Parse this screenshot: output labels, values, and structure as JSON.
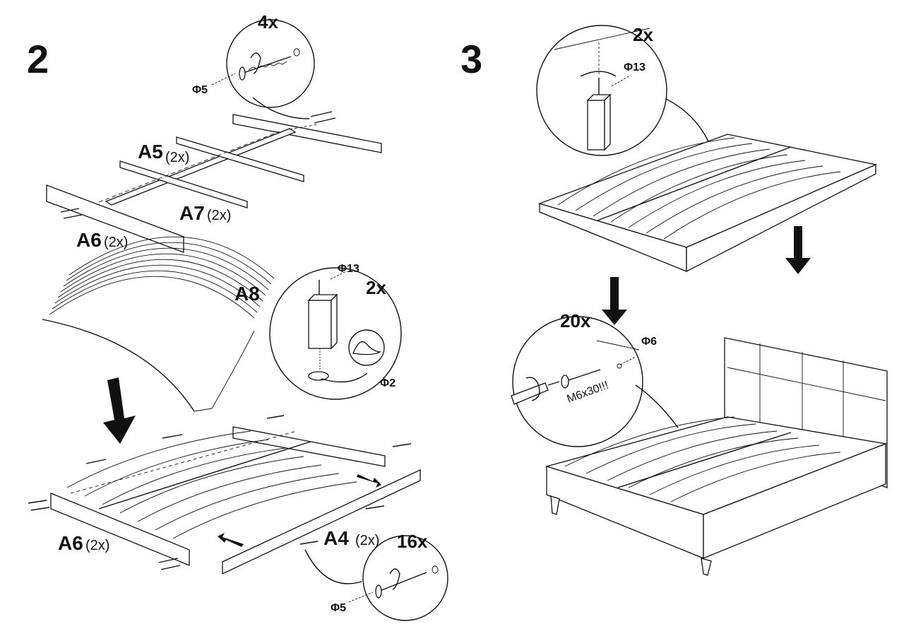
{
  "steps": {
    "step2": "2",
    "step3": "3"
  },
  "step2": {
    "top_detail": {
      "qty": "4x",
      "diameter": "Φ5"
    },
    "parts": {
      "a5": {
        "code": "A5",
        "count": "(2x)"
      },
      "a7": {
        "code": "A7",
        "count": "(2x)"
      },
      "a6_top": {
        "code": "A6",
        "count": "(2x)"
      },
      "a8": {
        "code": "A8"
      },
      "a6_bottom": {
        "code": "A6",
        "count": "(2x)"
      },
      "a4": {
        "code": "A4",
        "count": "(2x)"
      }
    },
    "leg_detail": {
      "diameter_top": "Φ13",
      "qty": "2x",
      "diameter_pad": "Φ2"
    },
    "bottom_detail": {
      "qty": "16x",
      "diameter": "Φ5"
    }
  },
  "step3": {
    "top_detail": {
      "qty": "2x",
      "diameter": "Φ13"
    },
    "screw_detail": {
      "qty": "20x",
      "diameter": "Φ6",
      "warning": "M6x30!!!"
    }
  },
  "icons": [
    "bolt-icon",
    "wrench-icon",
    "rotation-icon",
    "down-arrow-icon",
    "push-arrow-icon"
  ]
}
